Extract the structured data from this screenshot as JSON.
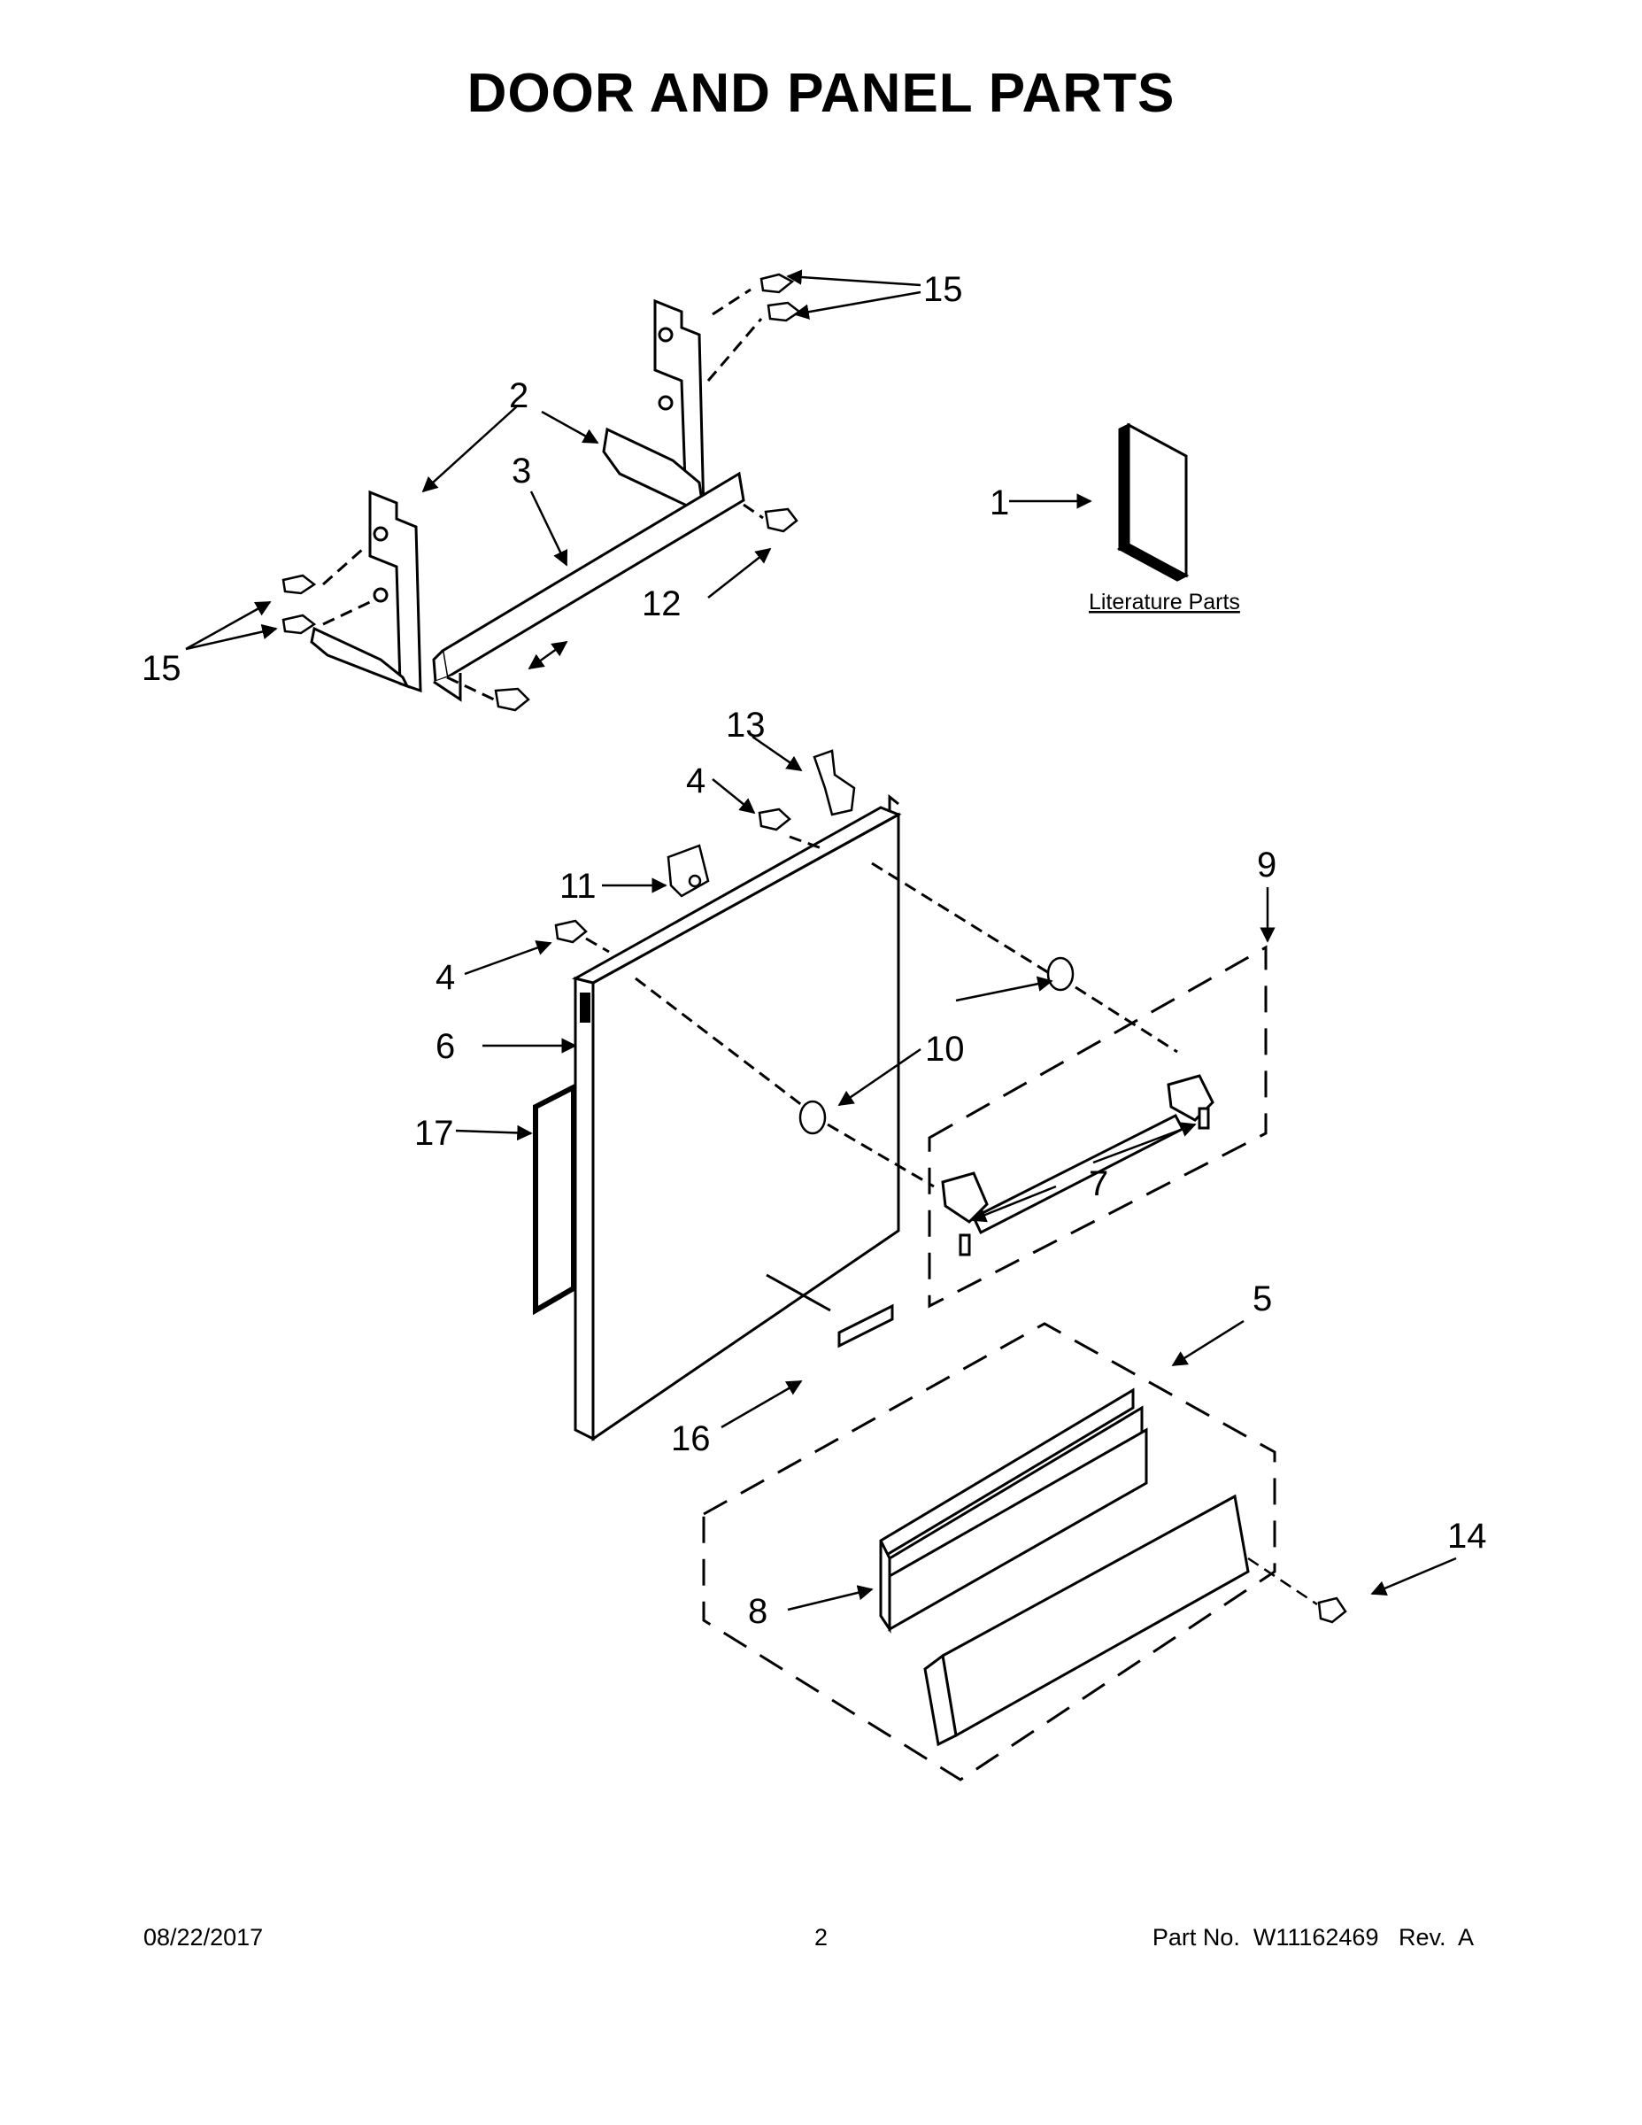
{
  "title": "DOOR AND PANEL PARTS",
  "callouts": {
    "c1": "1",
    "c2": "2",
    "c3": "3",
    "c4a": "4",
    "c4b": "4",
    "c5": "5",
    "c6": "6",
    "c7": "7",
    "c8": "8",
    "c9": "9",
    "c10": "10",
    "c11": "11",
    "c12": "12",
    "c13": "13",
    "c14": "14",
    "c15a": "15",
    "c15b": "15",
    "c16": "16",
    "c17": "17"
  },
  "literature_label": "Literature Parts",
  "footer": {
    "date": "08/22/2017",
    "page": "2",
    "part": "Part No.  W11162469   Rev.  A"
  }
}
